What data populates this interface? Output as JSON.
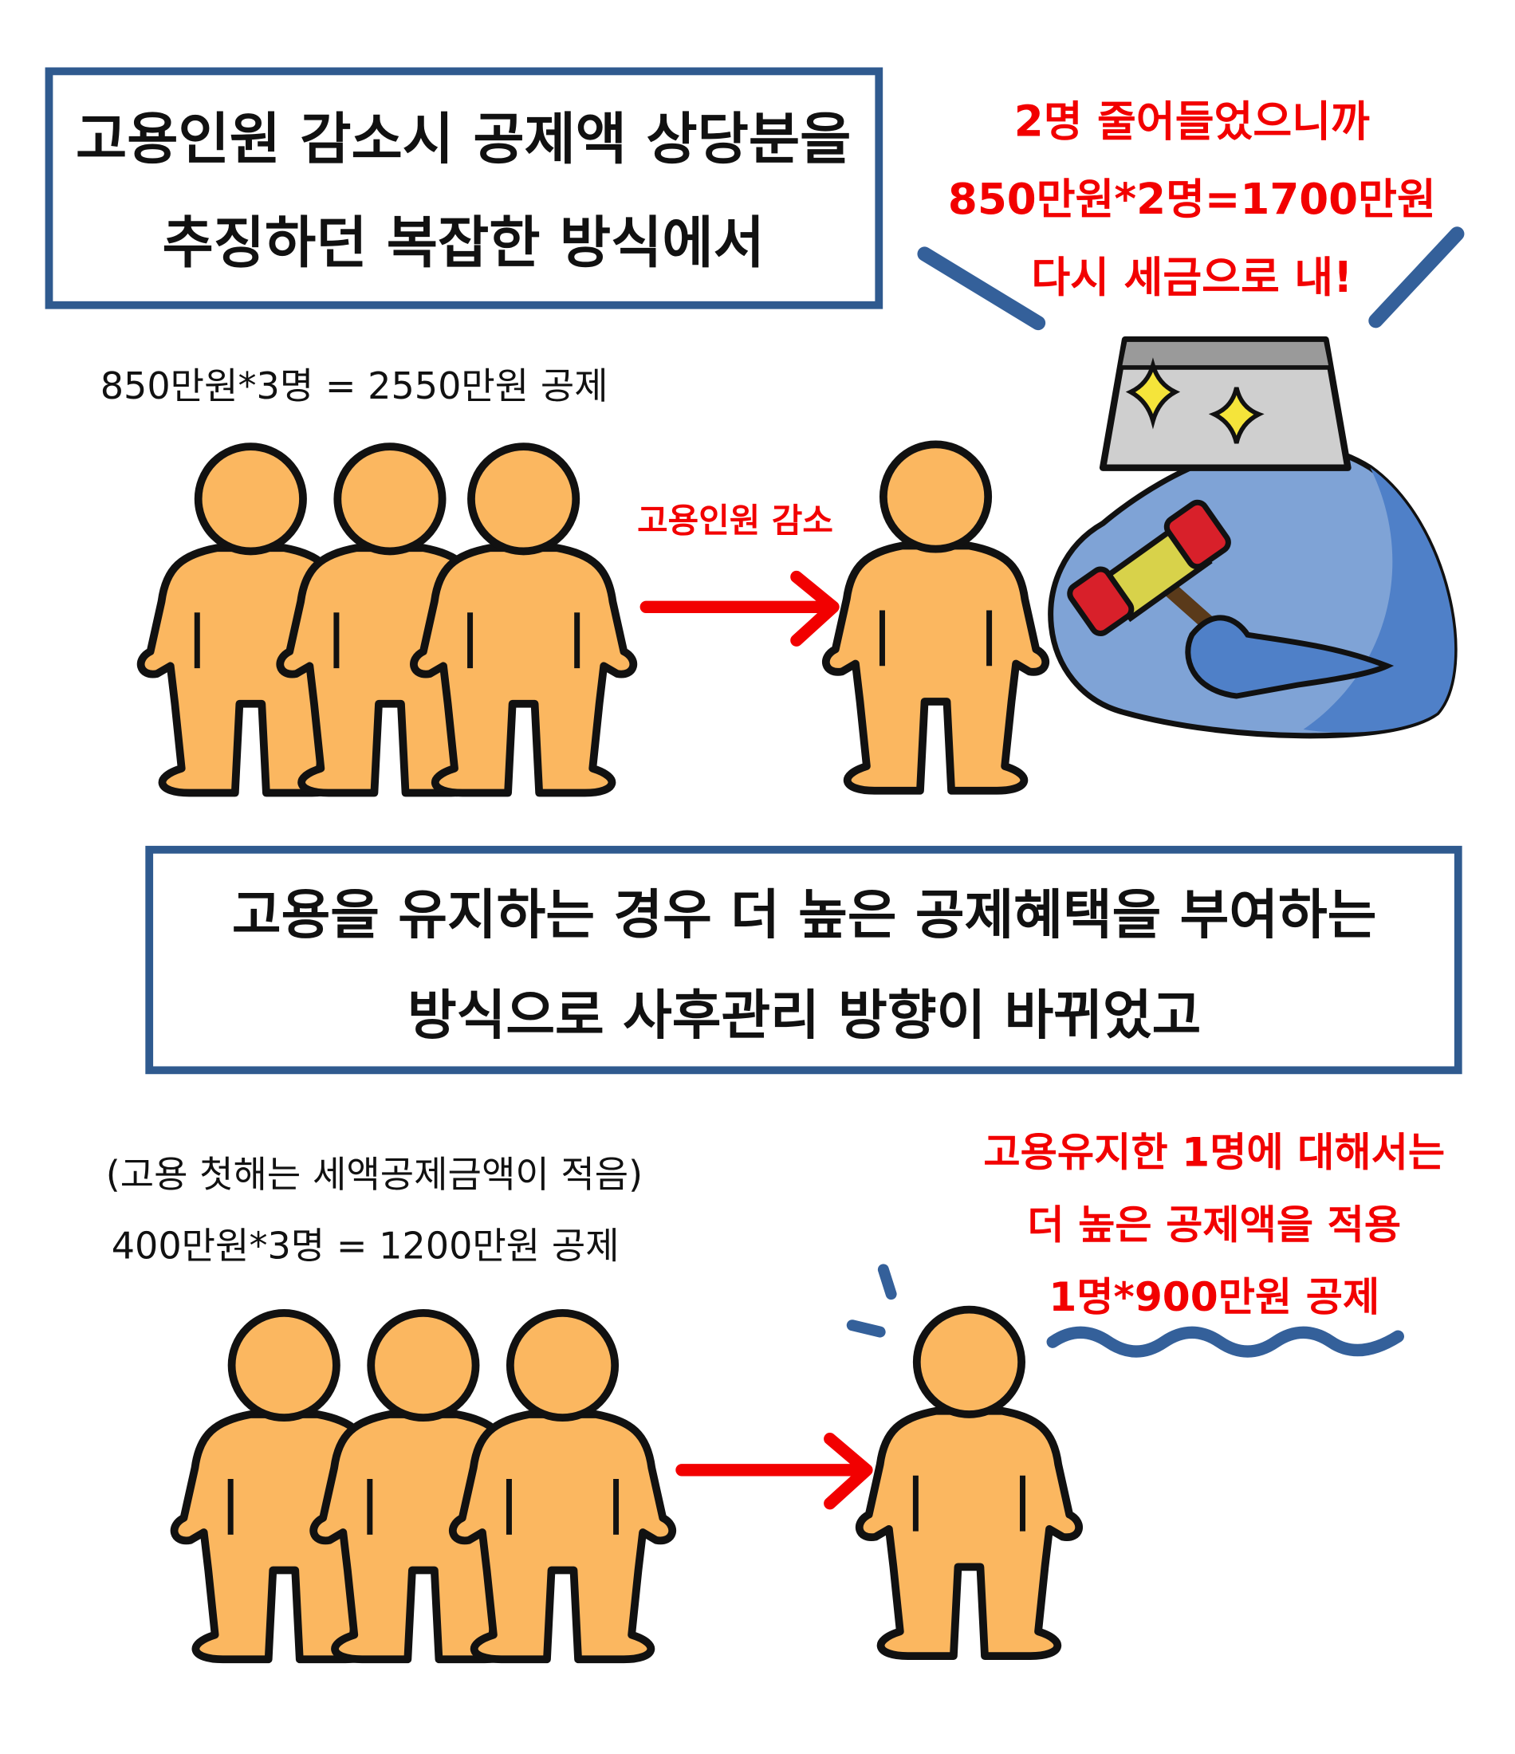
{
  "panel_top": {
    "box_lines": [
      "고용인원 감소시 공제액 상당분을",
      "추징하던 복잡한 방식에서"
    ],
    "calc": "850만원*3명 = 2550만원 공제",
    "arrow_label": "고용인원 감소",
    "judge_speech": [
      "2명 줄어들었으니까",
      "850만원*2명=1700만원",
      "다시 세금으로 내!"
    ]
  },
  "panel_bottom": {
    "box_lines": [
      "고용을 유지하는 경우 더 높은 공제혜택을 부여하는",
      "방식으로 사후관리 방향이 바뀌었고"
    ],
    "note": "(고용 첫해는 세액공제금액이 적음)",
    "calc": "400만원*3명 = 1200만원 공제",
    "result_lines": [
      "고용유지한 1명에 대해서는",
      "더 높은 공제액을 적용",
      "1명*900만원 공제"
    ]
  },
  "colors": {
    "box_border": "#2f5a8f",
    "red_text": "#f20000",
    "person": "#fbb760",
    "judge_body": "#6f9ad6"
  }
}
